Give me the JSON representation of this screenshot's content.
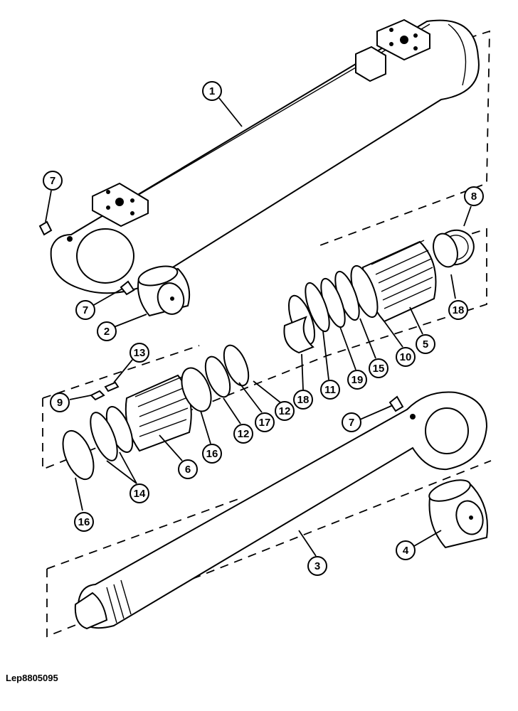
{
  "document_code": "Lep8805095",
  "callouts": [
    {
      "id": "c1",
      "label": "1"
    },
    {
      "id": "c7a",
      "label": "7"
    },
    {
      "id": "c7b",
      "label": "7"
    },
    {
      "id": "c2",
      "label": "2"
    },
    {
      "id": "c8",
      "label": "8"
    },
    {
      "id": "c18a",
      "label": "18"
    },
    {
      "id": "c5",
      "label": "5"
    },
    {
      "id": "c10",
      "label": "10"
    },
    {
      "id": "c15",
      "label": "15"
    },
    {
      "id": "c19",
      "label": "19"
    },
    {
      "id": "c11",
      "label": "11"
    },
    {
      "id": "c18b",
      "label": "18"
    },
    {
      "id": "c13",
      "label": "13"
    },
    {
      "id": "c9",
      "label": "9"
    },
    {
      "id": "c6",
      "label": "6"
    },
    {
      "id": "c16a",
      "label": "16"
    },
    {
      "id": "c12a",
      "label": "12"
    },
    {
      "id": "c17",
      "label": "17"
    },
    {
      "id": "c12b",
      "label": "12"
    },
    {
      "id": "c14",
      "label": "14"
    },
    {
      "id": "c16b",
      "label": "16"
    },
    {
      "id": "c7c",
      "label": "7"
    },
    {
      "id": "c3",
      "label": "3"
    },
    {
      "id": "c4",
      "label": "4"
    }
  ]
}
